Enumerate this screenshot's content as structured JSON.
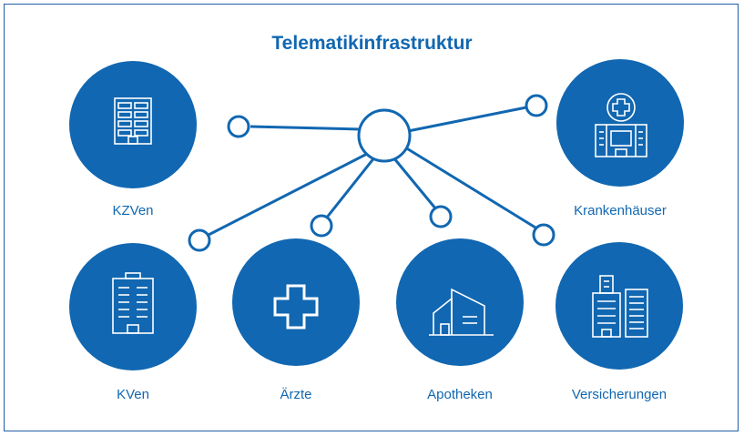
{
  "title": "Telematikinfrastruktur",
  "colors": {
    "primary": "#1167b1",
    "stroke": "#ffffff",
    "frame": "#1f5fa8"
  },
  "nodes": [
    {
      "key": "kzven",
      "label": "KZVen",
      "icon": "grid-building-icon"
    },
    {
      "key": "krankenhaeuser",
      "label": "Krankenhäuser",
      "icon": "hospital-icon"
    },
    {
      "key": "kven",
      "label": "KVen",
      "icon": "office-building-icon"
    },
    {
      "key": "aerzte",
      "label": "Ärzte",
      "icon": "medical-cross-icon"
    },
    {
      "key": "apotheken",
      "label": "Apotheken",
      "icon": "pharmacy-house-icon"
    },
    {
      "key": "versicherungen",
      "label": "Versicherungen",
      "icon": "insurance-towers-icon"
    }
  ]
}
